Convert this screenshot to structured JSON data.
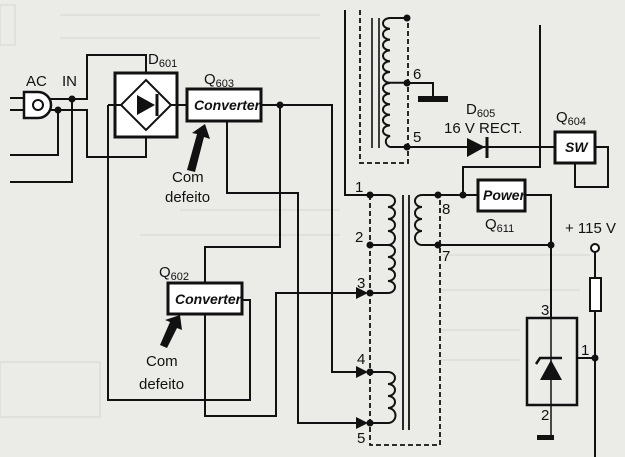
{
  "plug": {
    "ac": "AC",
    "in": "IN"
  },
  "bridge": {
    "label": "D",
    "sub": "601"
  },
  "q603": {
    "label": "Q",
    "sub": "603",
    "text": "Converter",
    "note1": "Com",
    "note2": "defeito"
  },
  "q602": {
    "label": "Q",
    "sub": "602",
    "text": "Converter",
    "note1": "Com",
    "note2": "defeito"
  },
  "transformer_lower": {
    "pins": [
      "1",
      "2",
      "3",
      "4",
      "5"
    ],
    "sec_pins": [
      "8",
      "7"
    ]
  },
  "transformer_upper": {
    "pins": [
      "6",
      "5"
    ]
  },
  "d605": {
    "label": "D",
    "sub": "605",
    "text": "16 V RECT."
  },
  "q604": {
    "label": "Q",
    "sub": "604",
    "text": "SW"
  },
  "q611": {
    "label": "Q",
    "sub": "611",
    "text": "Power"
  },
  "supply": {
    "voltage": "+ 115 V"
  },
  "regulator": {
    "pins": [
      "3",
      "2",
      "1"
    ]
  }
}
